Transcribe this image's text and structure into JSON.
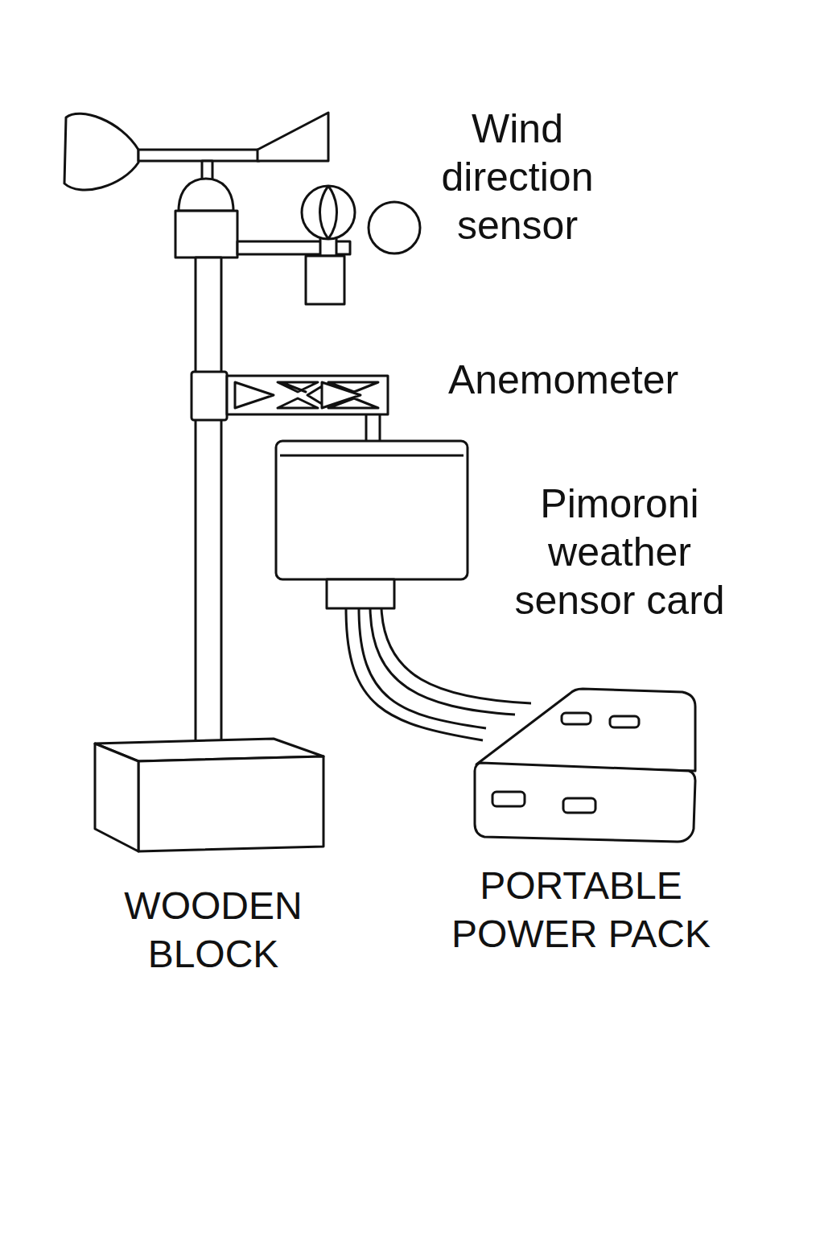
{
  "diagram": {
    "labels": [
      "Wind direction sensor",
      "Anemometer",
      "Pimoroni weather sensor card",
      "WOODEN BLOCK",
      "PORTABLE POWER PACK"
    ]
  }
}
